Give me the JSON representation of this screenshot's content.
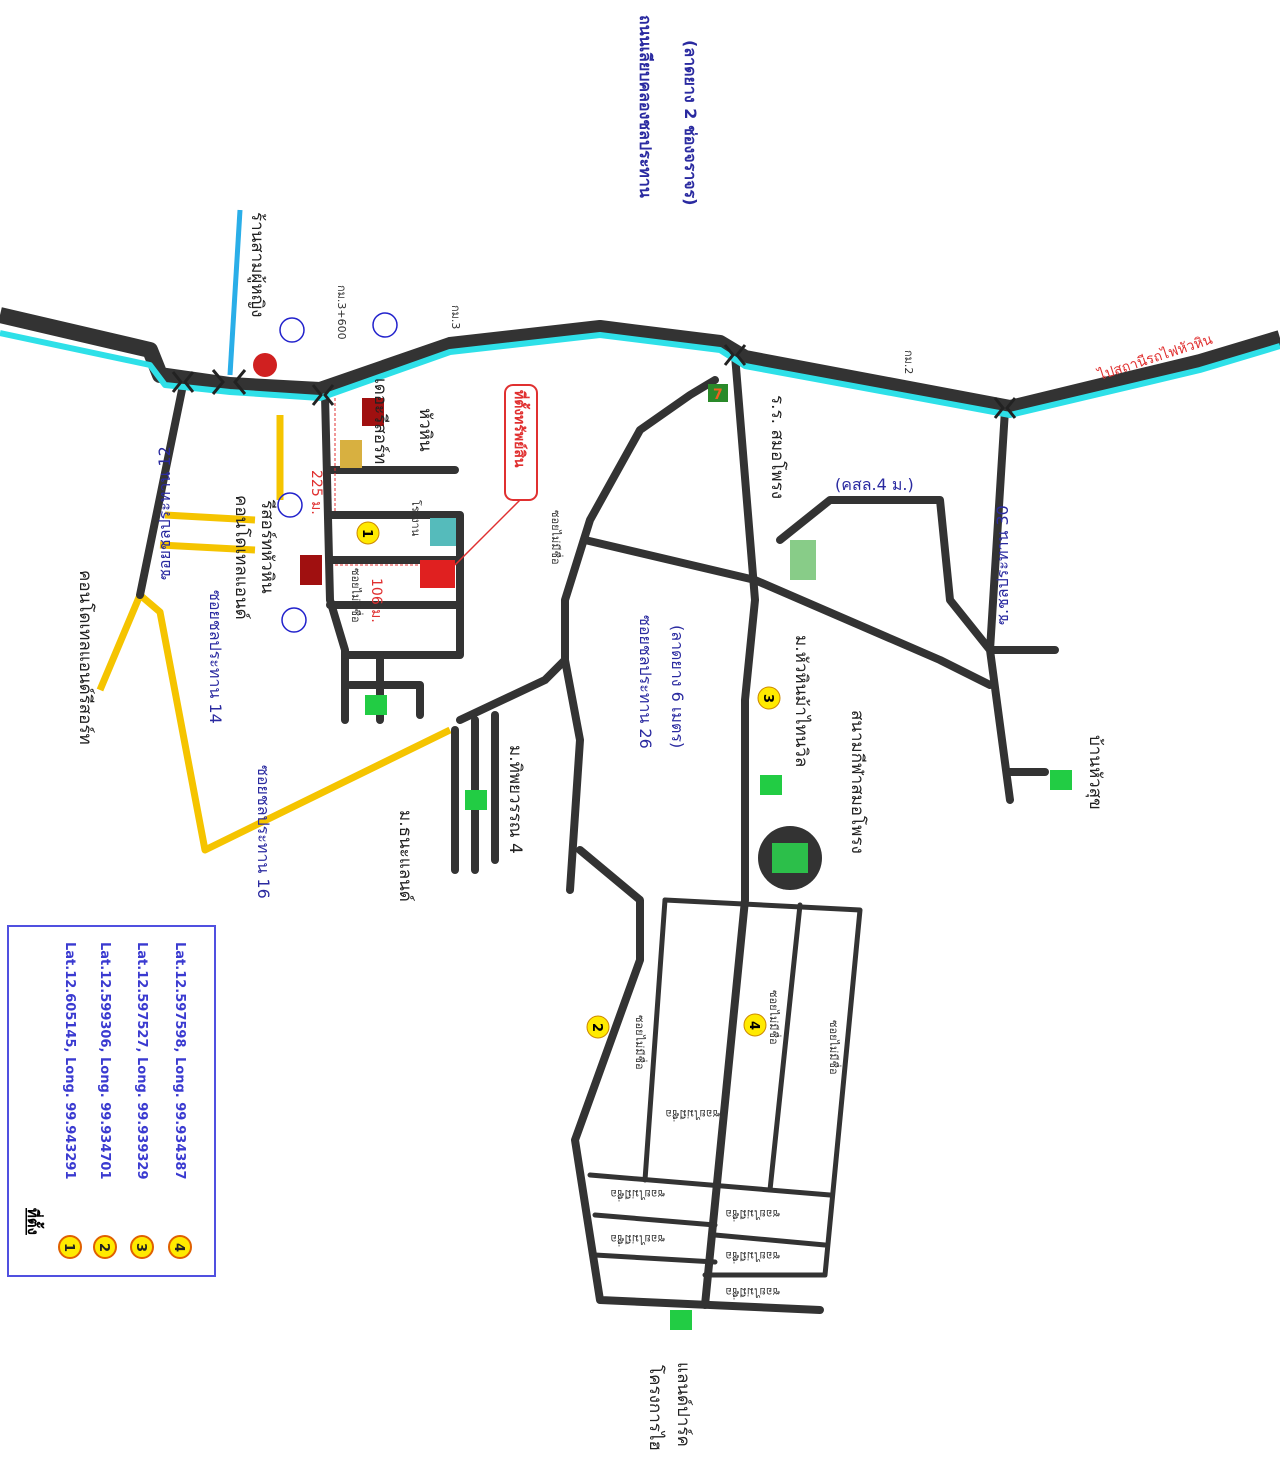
{
  "title": "Location map",
  "main_road": {
    "name": "ถนนเลียบคลองชลประทาน",
    "surface": "(ลาดยาง 2 ช่องจราจร)"
  },
  "direction_to_station": "ไปสถานีรถไฟหัวหิน",
  "km_markers": [
    "กม.3+600",
    "กม.3",
    "กม.2"
  ],
  "labels": {
    "shop": "ร้านสามผู้หญิง",
    "resort": "เดอะรีสอร์ท",
    "huahin": "หัวหิน",
    "property": "ที่ตั้งทรัพย์สิน",
    "factory": "โรงงาน",
    "dist_225": "225 ม.",
    "dist_106": "106 ม.",
    "unnamed_soi": "ซอยไม่มีชื่อ",
    "soi12": "ซอยชลประทาน 12",
    "soi14": "ซอยชลประทาน 14",
    "soi16": "ซอยชลประทาน 16",
    "condotel1": "คอนโดเทลแอนด์รีสอร์ท",
    "condotel2": "คอนโดเทลแอนด์",
    "resort_huahin": "รีสอร์ทหัวหิน",
    "thana_land": "ม.ธนะแลนด์",
    "tippawan": "ม.ทิพยวรรณ 4",
    "soi26": "ซอยชลประทาน 26",
    "soi26_surface": "(ลาดยาง 6 เมตร)",
    "school": "ร.ร. สมอโพรง",
    "concrete": "(คสล.4 ม.)",
    "soi30": "ซ.ชลประทาน 30",
    "village_huahin": "ม.หัวหินม้าไทนวิล",
    "stadium": "สนามกีฬาสมอโพรง",
    "ban_huasuk": "บ้านหัวสุข",
    "project1": "โครงการไฮ",
    "project2": "แลนด์ปาร์ค",
    "seven": "7"
  },
  "legend": {
    "title": "ที่ตั้ง",
    "items": [
      {
        "num": "1",
        "text": "Lat.12.605145, Long. 99.943291"
      },
      {
        "num": "2",
        "text": "Lat.12.599306, Long. 99.934701"
      },
      {
        "num": "3",
        "text": "Lat.12.597527, Long. 99.939329"
      },
      {
        "num": "4",
        "text": "Lat.12.597598, Long. 99.934387"
      }
    ]
  },
  "colors": {
    "road": "#333333",
    "canal": "#2ee0e8",
    "side_road": "#f5c400",
    "label_blue": "#2a2aa0",
    "highlight": "#e03030"
  }
}
